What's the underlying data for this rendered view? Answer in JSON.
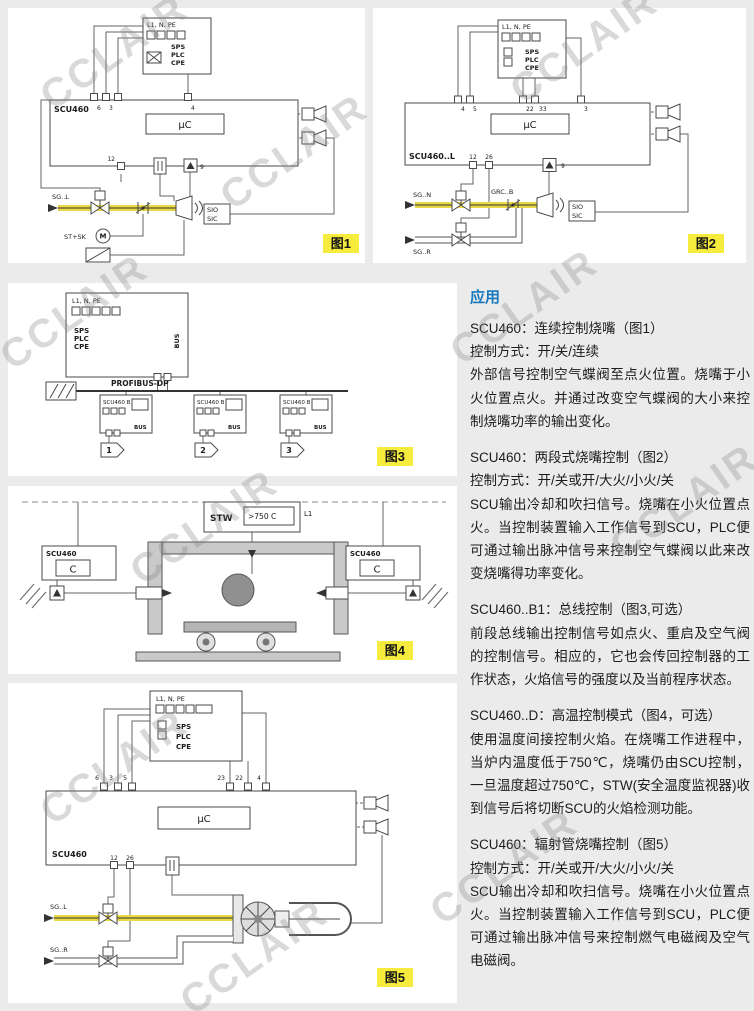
{
  "watermark": {
    "text": "CCLAIR"
  },
  "figures": {
    "fig1": {
      "tag": "图1",
      "power_label": "L1, N, PE",
      "sps": "SPS",
      "plc": "PLC",
      "cpe": "CPE",
      "device": "SCU460",
      "mcu": "µC",
      "t_top": [
        "6",
        "3",
        "4"
      ],
      "t12": "12",
      "t9": "9",
      "valve": "SG..L",
      "actuator": "ST+SK",
      "motor": "M",
      "sio": "SIO",
      "sic": "SIC"
    },
    "fig2": {
      "tag": "图2",
      "power_label": "L1, N, PE",
      "sps": "SPS",
      "plc": "PLC",
      "cpe": "CPE",
      "device": "SCU460..L",
      "mcu": "µC",
      "t_top": [
        "4",
        "5",
        "22",
        "33",
        "3"
      ],
      "t_bot": [
        "12",
        "26",
        "9"
      ],
      "valve_n": "SG..N",
      "valve_air": "GRC..B",
      "valve_r": "SG..R",
      "sio": "SIO",
      "sic": "SIC"
    },
    "fig3": {
      "tag": "图3",
      "power_label": "L1, N, PE",
      "sps": "SPS",
      "plc": "PLC",
      "cpe": "CPE",
      "bus": "BUS",
      "profibus": "PROFIBUS-DP",
      "devices": [
        {
          "name": "SCU460 B",
          "bus": "BUS",
          "num": "1"
        },
        {
          "name": "SCU460 B",
          "bus": "BUS",
          "num": "2"
        },
        {
          "name": "SCU460 B",
          "bus": "BUS",
          "num": "3"
        }
      ]
    },
    "fig4": {
      "tag": "图4",
      "stw": "STW",
      "temp": ">750 C",
      "l1": "L1",
      "device_left": "SCU460",
      "device_right": "SCU460",
      "c": "C"
    },
    "fig5": {
      "tag": "图5",
      "power_label": "L1, N, PE",
      "sps": "SPS",
      "plc": "PLC",
      "cpe": "CPE",
      "device": "SCU460",
      "mcu": "µC",
      "t_top": [
        "6",
        "3",
        "5",
        "23",
        "22",
        "4"
      ],
      "t_bot": [
        "12",
        "26"
      ],
      "valve_l": "SG..L",
      "valve_r": "SG..R"
    }
  },
  "article": {
    "title": "应用",
    "sections": [
      {
        "heading": "SCU460：连续控制烧嘴（图1）",
        "line1": "控制方式：开/关/连续",
        "body": "外部信号控制空气蝶阀至点火位置。烧嘴于小火位置点火。并通过改变空气蝶阀的大小来控制烧嘴功率的输出变化。"
      },
      {
        "heading": "SCU460：两段式烧嘴控制（图2）",
        "line1": "控制方式：开/关或开/大火/小火/关",
        "body": "SCU输出冷却和吹扫信号。烧嘴在小火位置点火。当控制装置输入工作信号到SCU，PLC便可通过输出脉冲信号来控制空气蝶阀以此来改变烧嘴得功率变化。"
      },
      {
        "heading": "SCU460..B1：总线控制（图3,可选）",
        "body": "前段总线输出控制信号如点火、重启及空气阀的控制信号。相应的，它也会传回控制器的工作状态，火焰信号的强度以及当前程序状态。"
      },
      {
        "heading": "SCU460..D：高温控制模式（图4，可选）",
        "body": "使用温度间接控制火焰。在烧嘴工作进程中，当炉内温度低于750℃，烧嘴仍由SCU控制，一旦温度超过750℃，STW(安全温度监视器)收到信号后将切断SCU的火焰检测功能。"
      },
      {
        "heading": "SCU460：辐射管烧嘴控制（图5）",
        "line1": "控制方式：开/关或开/大火/小火/关",
        "body": "SCU输出冷却和吹扫信号。烧嘴在小火位置点火。当控制装置输入工作信号到SCU，PLC便可通过输出脉冲信号来控制燃气电磁阀及空气电磁阀。"
      }
    ]
  },
  "colors": {
    "accent_blue": "#1878be",
    "tag_yellow": "#f6ec3d",
    "pipe_yellow": "#e9d944"
  }
}
